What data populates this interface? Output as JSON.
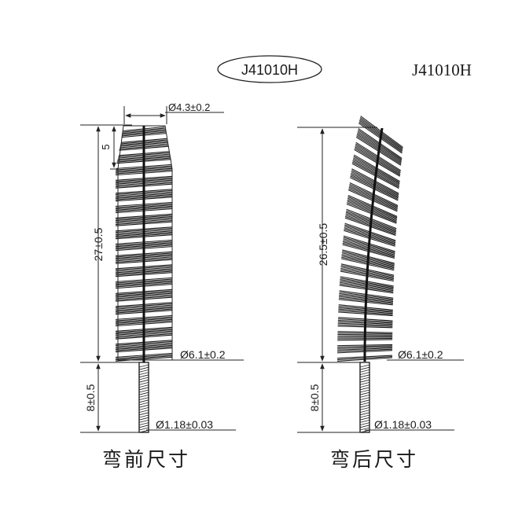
{
  "header": {
    "model_badge": "J41010H",
    "model_text": "J41010H"
  },
  "before": {
    "tip_diameter": "Ø4.3±0.2",
    "tip_length": "5",
    "bristle_length": "27±0.5",
    "bristle_diameter": "Ø6.1±0.2",
    "handle_length": "8±0.5",
    "wire_diameter": "Ø1.18±0.03",
    "caption": "弯前尺寸"
  },
  "after": {
    "bristle_length": "26.5±0.5",
    "bristle_diameter": "Ø6.1±0.2",
    "handle_length": "8±0.5",
    "wire_diameter": "Ø1.18±0.03",
    "caption": "弯后尺寸"
  }
}
